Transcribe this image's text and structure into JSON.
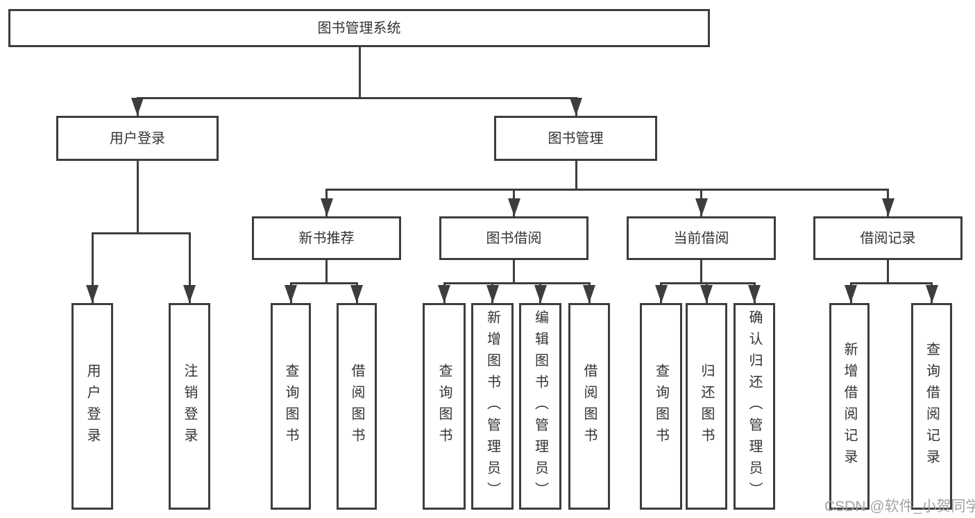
{
  "tree": {
    "root": {
      "label": "图书管理系统",
      "children": [
        {
          "label": "用户登录",
          "children": [
            {
              "label": "用户登录"
            },
            {
              "label": "注销登录"
            }
          ]
        },
        {
          "label": "图书管理",
          "children": [
            {
              "label": "新书推荐",
              "children": [
                {
                  "label": "查询图书"
                },
                {
                  "label": "借阅图书"
                }
              ]
            },
            {
              "label": "图书借阅",
              "children": [
                {
                  "label": "查询图书"
                },
                {
                  "label": "新增图书（管理员）"
                },
                {
                  "label": "编辑图书（管理员）"
                },
                {
                  "label": "借阅图书"
                }
              ]
            },
            {
              "label": "当前借阅",
              "children": [
                {
                  "label": "查询图书"
                },
                {
                  "label": "归还图书"
                },
                {
                  "label": "确认归还（管理员）"
                }
              ]
            },
            {
              "label": "借阅记录",
              "children": [
                {
                  "label": "新增借阅记录"
                },
                {
                  "label": "查询借阅记录"
                }
              ]
            }
          ]
        }
      ]
    }
  },
  "watermark": "CSDN @软件_小贺同学",
  "colors": {
    "line": "#3d3d3d",
    "text": "#333333",
    "watermark": "#a3a3a3",
    "background": "#ffffff"
  }
}
